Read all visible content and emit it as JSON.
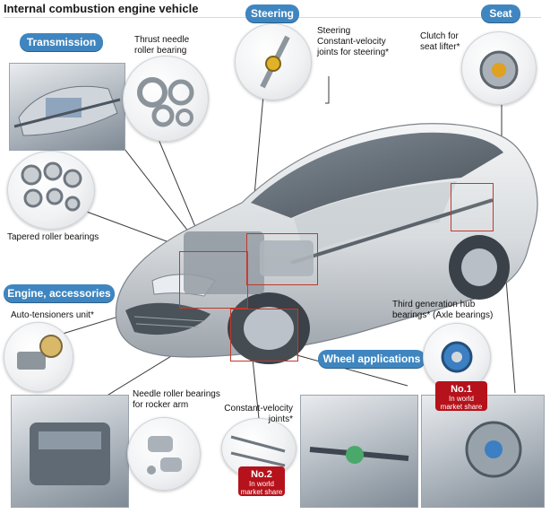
{
  "title": "Internal combustion engine vehicle",
  "sections": {
    "transmission": "Transmission",
    "steering": "Steering",
    "seat": "Seat",
    "engine": "Engine, accessories",
    "wheel": "Wheel applications"
  },
  "captions": {
    "thrust": [
      "Thrust needle",
      "roller bearing"
    ],
    "steering": [
      "Steering",
      "Constant-velocity",
      "joints for steering*"
    ],
    "seat": [
      "Clutch for",
      "seat lifter*"
    ],
    "tapered": "Tapered roller bearings",
    "auto_tensioner": "Auto-tensioners unit*",
    "needle_rocker": [
      "Needle roller bearings",
      "for rocker arm"
    ],
    "cv_joints": [
      "Constant-velocity",
      "joints*"
    ],
    "hub": [
      "Third generation hub",
      "bearings* (Axle bearings)"
    ]
  },
  "badges": {
    "hub": {
      "rank": "No.1",
      "line1": "In world",
      "line2": "market share"
    },
    "cv": {
      "rank": "No.2",
      "line1": "In world",
      "line2": "market share"
    }
  },
  "colors": {
    "section_pill": "#3f86c0",
    "badge": "#b5121b",
    "highlight_box": "#c0392b"
  }
}
